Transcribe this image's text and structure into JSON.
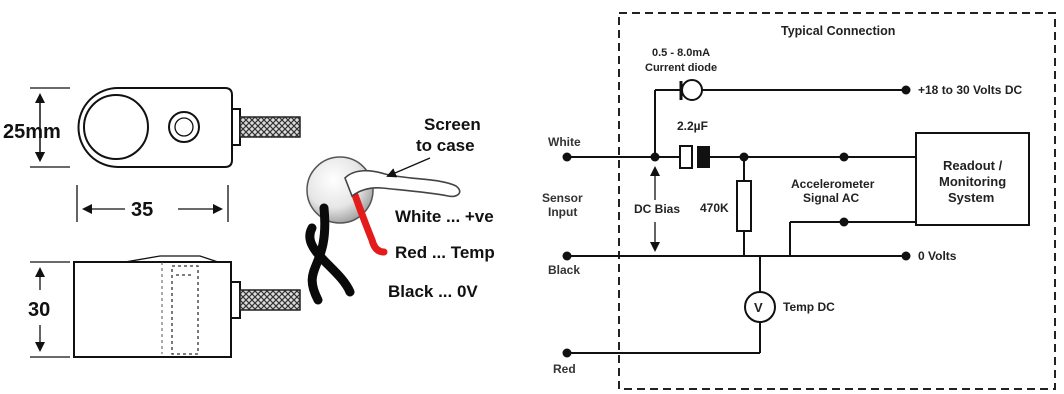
{
  "sensor_drawing": {
    "dim_height_top": "25mm",
    "dim_width": "35",
    "dim_height_side": "30"
  },
  "wire_callouts": {
    "screen_line1": "Screen",
    "screen_line2": "to case",
    "white": "White ... +ve",
    "red": "Red ... Temp",
    "black": "Black ... 0V"
  },
  "circuit": {
    "title": "Typical Connection",
    "diode_line1": "0.5 - 8.0mA",
    "diode_line2": "Current diode",
    "supply": "+18 to 30 Volts DC",
    "capacitor": "2.2µF",
    "white_terminal": "White",
    "sensor_input_line1": "Sensor",
    "sensor_input_line2": "Input",
    "dc_bias": "DC Bias",
    "resistor": "470K",
    "accel_line1": "Accelerometer",
    "accel_line2": "Signal AC",
    "readout_line1": "Readout /",
    "readout_line2": "Monitoring",
    "readout_line3": "System",
    "zero_volts": "0 Volts",
    "black_terminal": "Black",
    "voltmeter_symbol": "V",
    "temp_dc": "Temp DC",
    "red_terminal": "Red"
  },
  "colors": {
    "red_wire": "#e31b1b",
    "black_wire": "#0a0a0a",
    "line": "#111111"
  }
}
